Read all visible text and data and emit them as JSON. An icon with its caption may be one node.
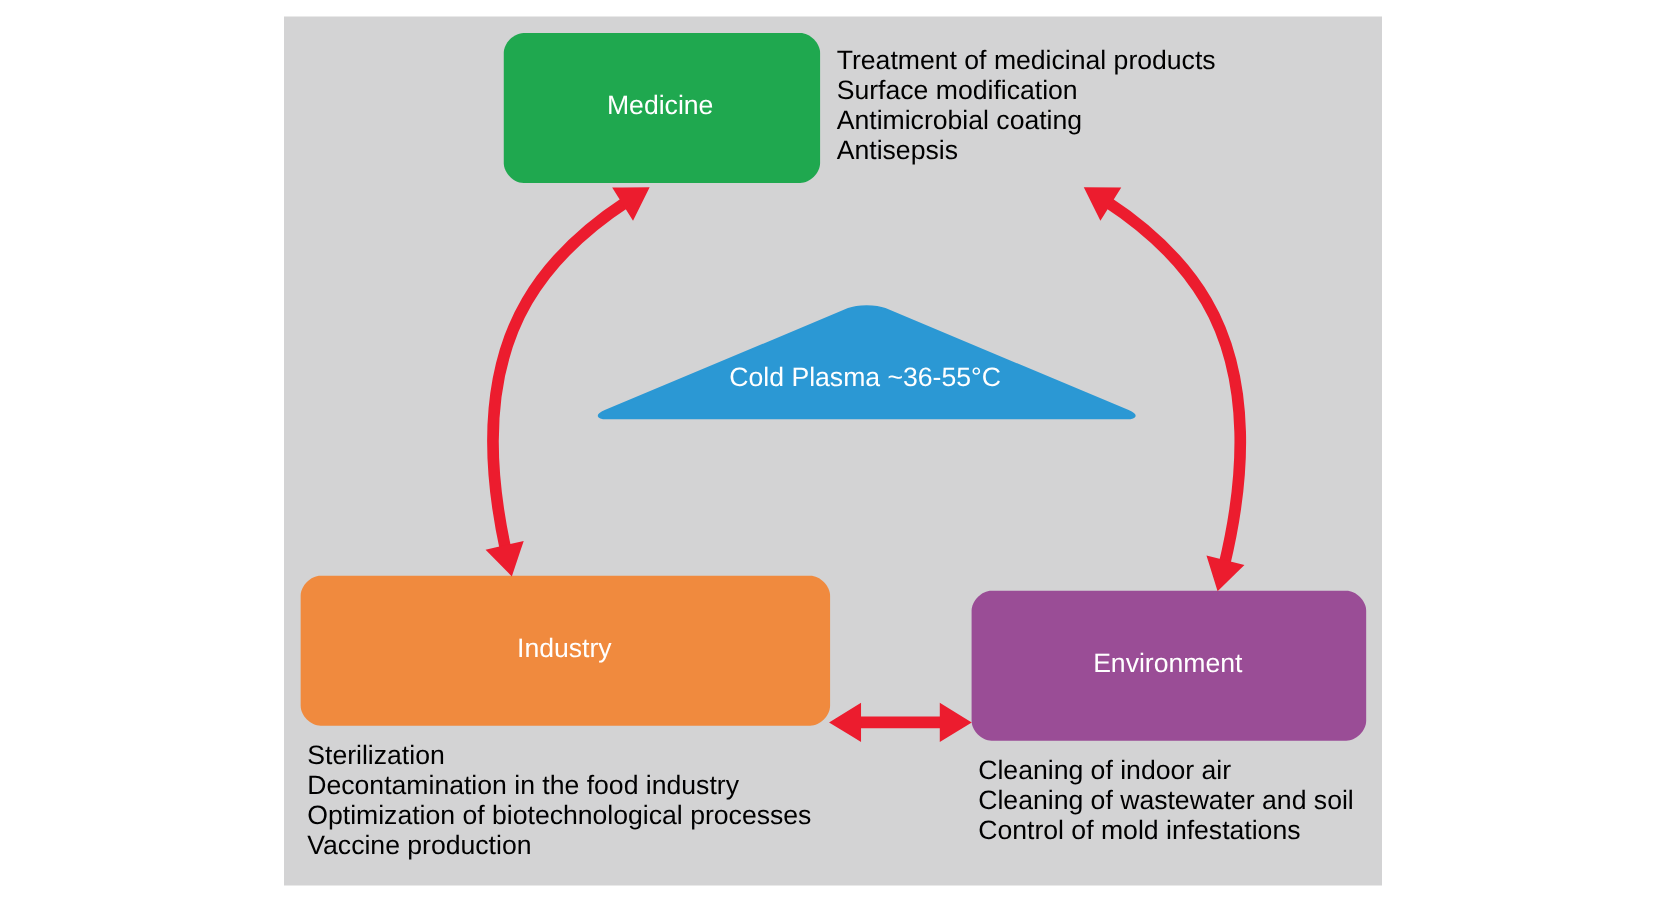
{
  "diagram": {
    "nodes": [
      {
        "text": [
          "Medicine"
        ],
        "beside": [
          "Treatment of medicinal products",
          "Surface modification",
          "Antimicrobial coating",
          "Antisepsis"
        ]
      },
      {
        "text": [
          "Cold Plasma ~36-55°C"
        ]
      },
      {
        "text": [
          "Industry"
        ],
        "beside": [
          "Sterilization",
          "Decontamination in the food industry",
          "Optimization of biotechnological processes",
          "Vaccine production"
        ]
      },
      {
        "text": [
          "Environment"
        ],
        "beside": [
          "Cleaning of indoor air",
          "Cleaning of wastewater and soil",
          "Control of mold infestations"
        ]
      }
    ],
    "edges": [
      {
        "from": 0,
        "to": 2,
        "arrow": "both"
      },
      {
        "from": 0,
        "to": 3,
        "arrow": "both"
      },
      {
        "from": 2,
        "to": 3,
        "arrow": "both"
      }
    ]
  }
}
